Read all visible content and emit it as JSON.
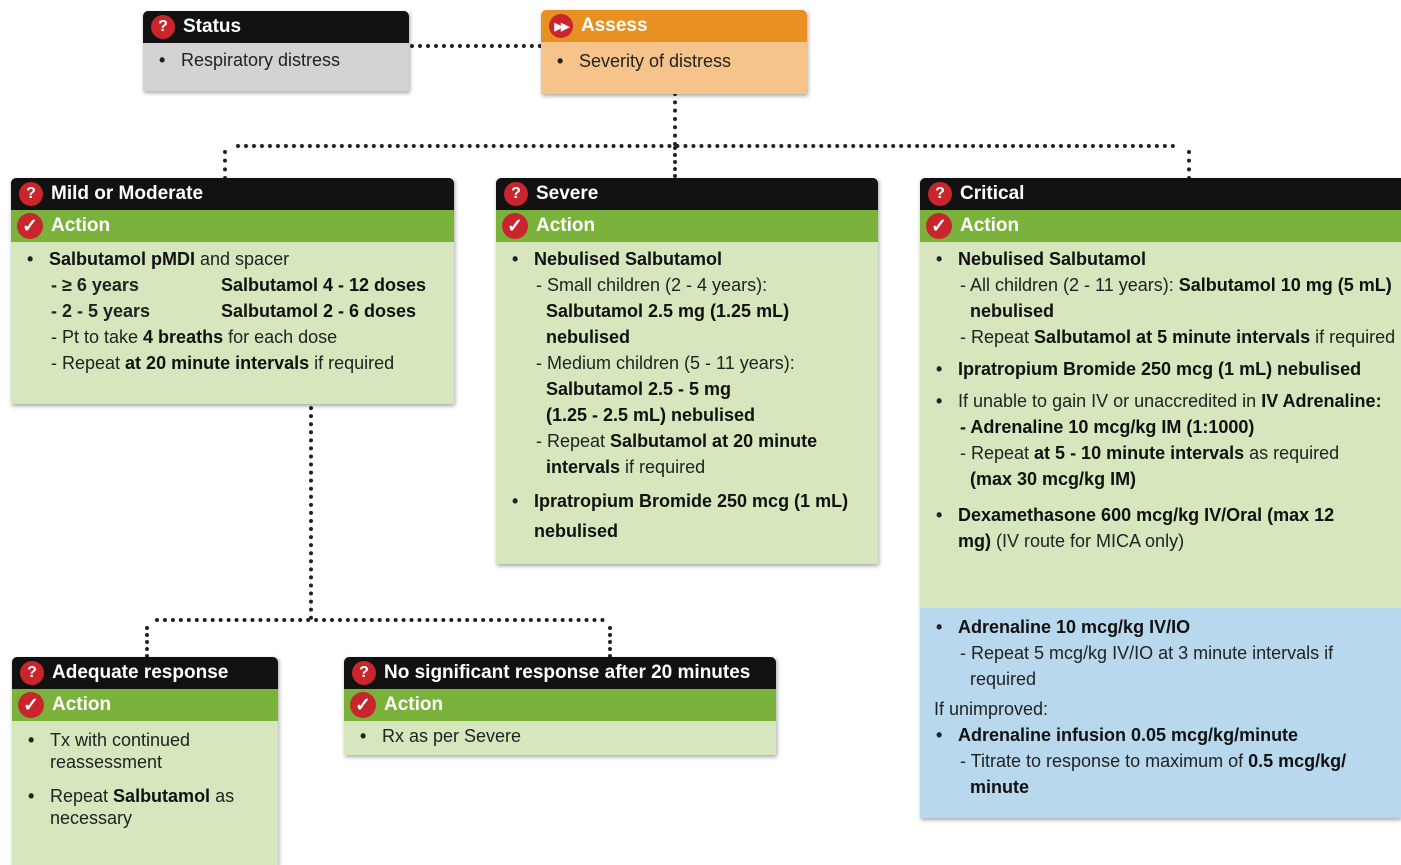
{
  "status": {
    "title": "Status",
    "items": [
      "Respiratory distress"
    ]
  },
  "assess": {
    "title": "Assess",
    "items": [
      "Severity of distress"
    ]
  },
  "action_label": "Action",
  "mild": {
    "title": "Mild or Moderate",
    "b1_bold": "Salbutamol pMDI",
    "b1_rest": " and spacer",
    "r1_age": "- ≥ 6 years",
    "r1_dose": "Salbutamol 4 - 12 doses",
    "r2_age": "- 2 - 5 years",
    "r2_dose": "Salbutamol 2 - 6 doses",
    "s3_pre": "- Pt to take ",
    "s3_bold": "4 breaths",
    "s3_post": " for each dose",
    "s4_pre": "- Repeat ",
    "s4_bold": "at 20 minute intervals",
    "s4_post": " if required"
  },
  "severe": {
    "title": "Severe",
    "b1": "Nebulised Salbutamol",
    "s1": "- Small children (2 - 4 years):",
    "s1_dose": "Salbutamol 2.5 mg (1.25 mL) nebulised",
    "s2": "- Medium children (5 - 11 years):",
    "s2_dose1": "Salbutamol 2.5 - 5 mg",
    "s2_dose2": "(1.25 - 2.5 mL) nebulised",
    "s3_pre": "- Repeat ",
    "s3_bold": "Salbutamol at 20 minute intervals",
    "s3_post": " if required",
    "b2": "Ipratropium Bromide 250 mcg (1 mL) nebulised"
  },
  "critical": {
    "title": "Critical",
    "b1": "Nebulised Salbutamol",
    "s1_pre": "- All children (2 - 11 years): ",
    "s1_bold": "Salbutamol 10 mg (5 mL) nebulised",
    "s2_pre": "- Repeat ",
    "s2_bold": "Salbutamol at 5 minute intervals",
    "s2_post": " if required",
    "b2": "Ipratropium Bromide 250 mcg (1 mL) nebulised",
    "b3_pre": "If unable to gain IV or unaccredited in ",
    "b3_bold": "IV Adrenaline:",
    "s3": "- Adrenaline 10 mcg/kg IM (1:1000)",
    "s4_pre": "- Repeat ",
    "s4_bold": "at 5 - 10 minute intervals",
    "s4_post": " as required",
    "s4_bold2": "(max 30 mcg/kg IM)",
    "b4_bold": "Dexamethasone 600 mcg/kg IV/Oral (max 12 mg)",
    "b4_post": " (IV route for MICA only)",
    "blue_b1": "Adrenaline 10 mcg/kg IV/IO",
    "blue_s1": "- Repeat 5 mcg/kg IV/IO at 3 minute intervals if required",
    "blue_plain": "If unimproved:",
    "blue_b2": "Adrenaline infusion 0.05 mcg/kg/minute",
    "blue_s2_pre": "- Titrate to response to maximum of ",
    "blue_s2_bold": "0.5 mcg/kg/ minute"
  },
  "adequate": {
    "title": "Adequate response",
    "b1": "Tx with continued reassessment",
    "b2_pre": "Repeat ",
    "b2_bold": "Salbutamol",
    "b2_post": " as necessary"
  },
  "nosig": {
    "title": "No significant response after 20 minutes",
    "b1": "Rx as per Severe"
  },
  "colors": {
    "header_black": "#111111",
    "header_orange": "#e89022",
    "action_green": "#7bb23c",
    "body_green": "#d6e6bd",
    "body_blue": "#b8d8ee",
    "icon_red": "#c9252c"
  }
}
